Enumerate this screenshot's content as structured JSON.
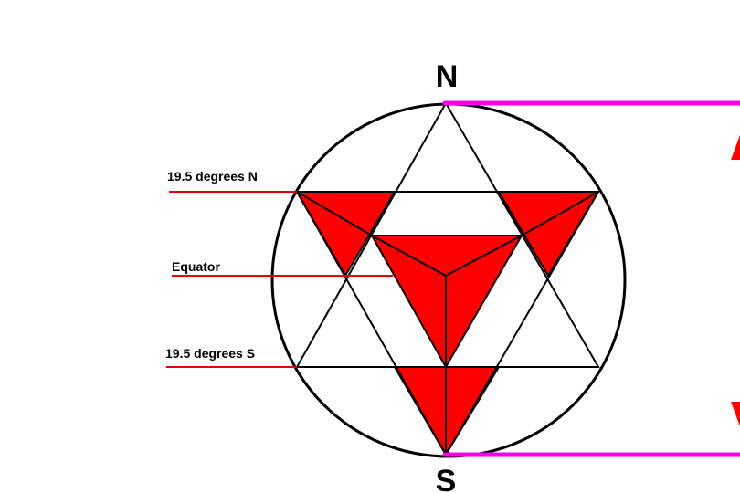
{
  "poles": {
    "north": "N",
    "south": "S"
  },
  "latitude_labels": {
    "north_19_5": "19.5 degrees N",
    "equator": "Equator",
    "south_19_5": "19.5 degrees S"
  },
  "colors": {
    "fill": "#ff0000",
    "stroke": "#000000",
    "pointer": "#e60000",
    "pole_line": "#ff00e6",
    "background": "#ffffff"
  }
}
